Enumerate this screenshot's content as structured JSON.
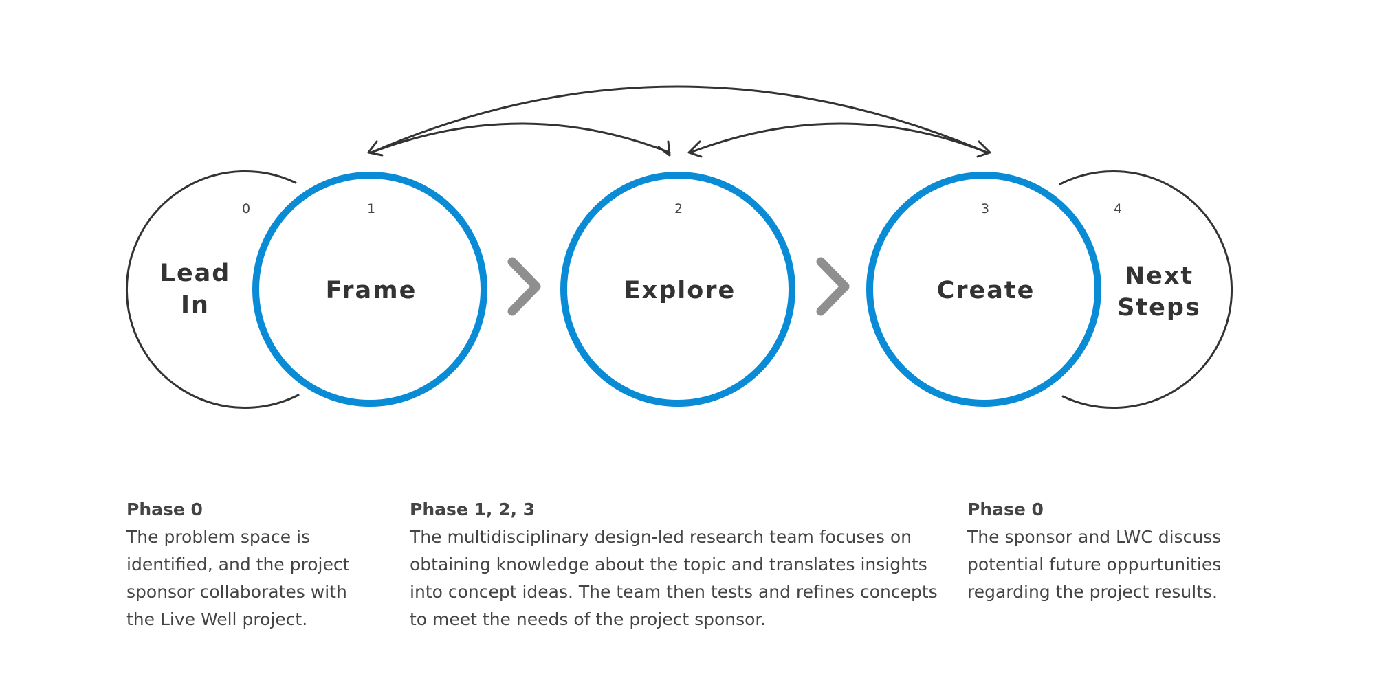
{
  "colors": {
    "accent": "#0A8BD6",
    "outline": "#333333",
    "chevron": "#8F8F8F",
    "text": "#444444"
  },
  "phases": [
    {
      "number": "0",
      "label_lines": [
        "Lead",
        "In"
      ]
    },
    {
      "number": "1",
      "label_lines": [
        "Frame"
      ]
    },
    {
      "number": "2",
      "label_lines": [
        "Explore"
      ]
    },
    {
      "number": "3",
      "label_lines": [
        "Create"
      ]
    },
    {
      "number": "4",
      "label_lines": [
        "Next",
        "Steps"
      ]
    }
  ],
  "descriptions": {
    "left": {
      "title": "Phase 0",
      "body": "The problem space is identified, and the project sponsor collaborates with the Live Well project."
    },
    "center": {
      "title": "Phase 1, 2, 3",
      "body": "The multidisciplinary design-led research team focuses on obtaining knowledge about the topic and translates insights into concept ideas. The team then tests and refines concepts to meet the needs of the project sponsor."
    },
    "right": {
      "title": "Phase 0",
      "body": "The sponsor and LWC discuss potential future oppurtunities regarding the project results."
    }
  }
}
